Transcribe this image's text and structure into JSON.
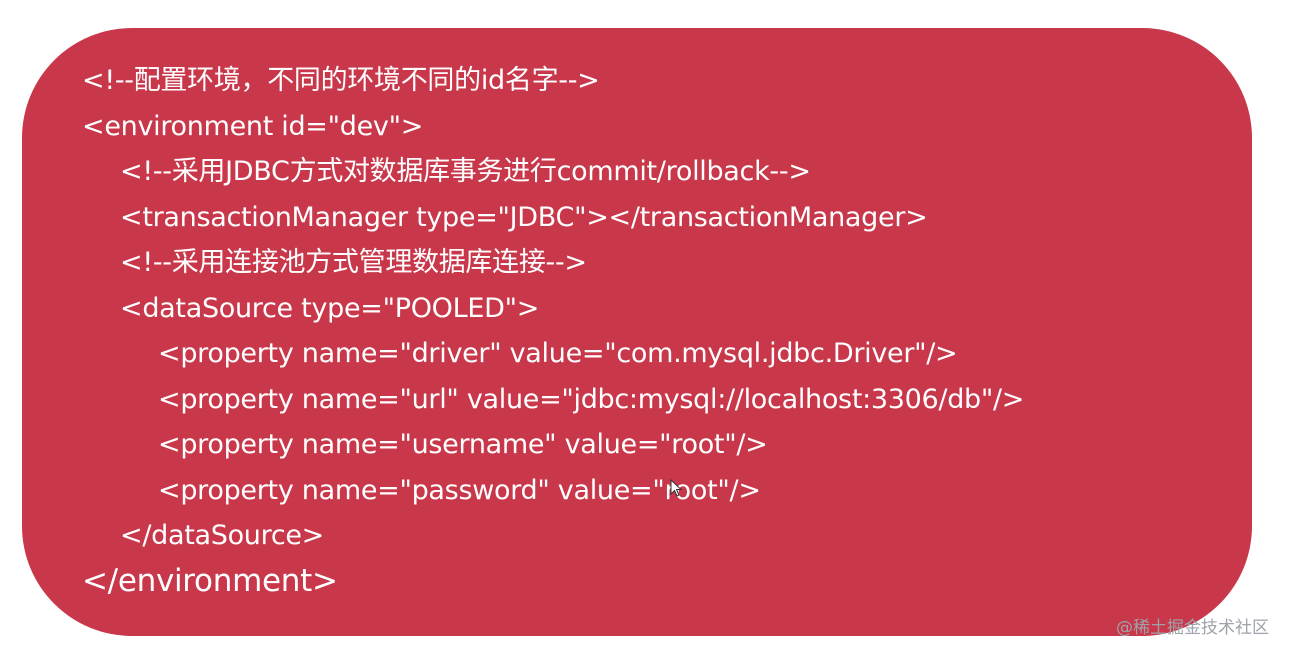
{
  "code": {
    "lines": [
      {
        "text": "<!--配置环境，不同的环境不同的id名字-->",
        "indent": 0
      },
      {
        "text": "<environment id=\"dev\">",
        "indent": 0
      },
      {
        "text": "<!--采用JDBC方式对数据库事务进行commit/rollback-->",
        "indent": 1
      },
      {
        "text": "<transactionManager type=\"JDBC\"></transactionManager>",
        "indent": 1
      },
      {
        "text": "<!--采用连接池方式管理数据库连接-->",
        "indent": 1
      },
      {
        "text": "<dataSource type=\"POOLED\">",
        "indent": 1
      },
      {
        "text": "<property name=\"driver\" value=\"com.mysql.jdbc.Driver\"/>",
        "indent": 2
      },
      {
        "text": "<property name=\"url\" value=\"jdbc:mysql://localhost:3306/db\"/>",
        "indent": 2
      },
      {
        "text": "<property name=\"username\" value=\"root\"/>",
        "indent": 2
      },
      {
        "text": "<property name=\"password\" value=\"root\"/>",
        "indent": 2
      },
      {
        "text": "</dataSource>",
        "indent": 1
      },
      {
        "text": "</environment>",
        "indent": 0
      }
    ]
  },
  "watermark": {
    "text": "@稀土掘金技术社区"
  },
  "colors": {
    "card_background": "#c8374a",
    "code_text": "#ffffff",
    "watermark_text": "#9ea3ab"
  },
  "icons": {
    "cursor": "mouse-pointer-icon"
  }
}
